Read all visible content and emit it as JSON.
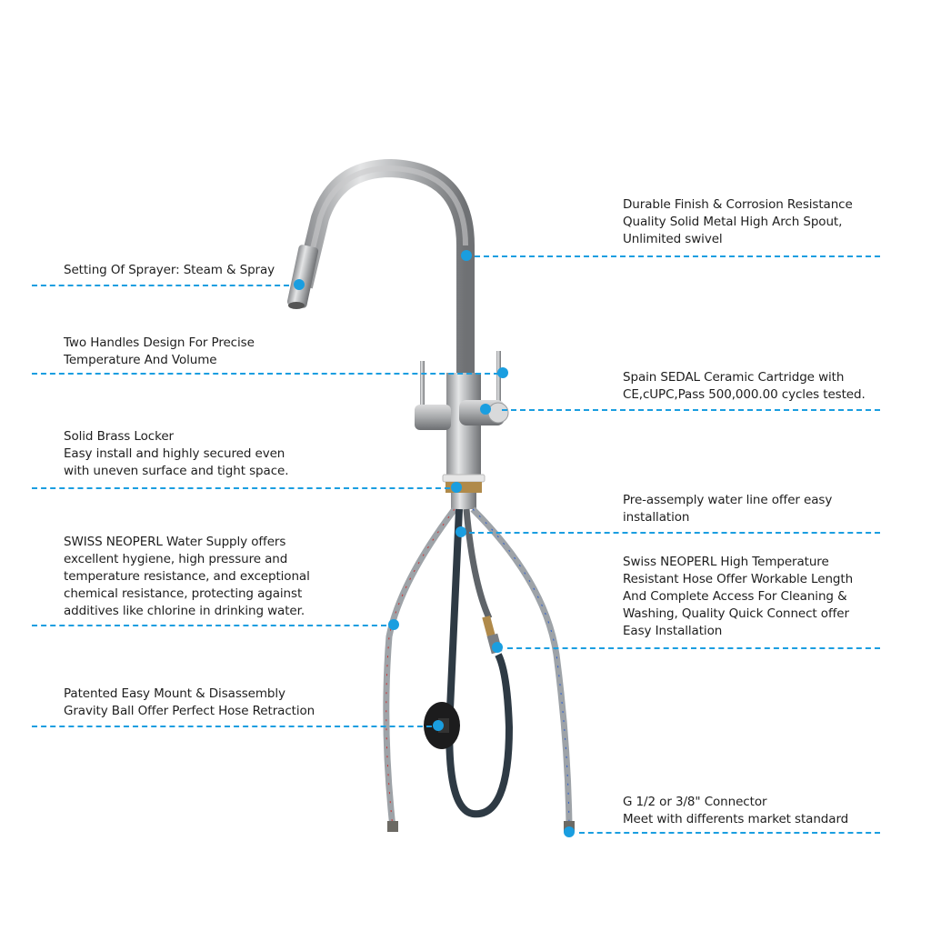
{
  "accent_color": "#1a9ee0",
  "callouts_left": [
    {
      "id": "sprayer",
      "lines": [
        "Setting Of Sprayer: Steam & Spray"
      ]
    },
    {
      "id": "handles",
      "lines": [
        "Two Handles Design For Precise",
        "Temperature And Volume"
      ]
    },
    {
      "id": "locker",
      "lines": [
        "Solid Brass Locker",
        "Easy install and highly secured even",
        "with uneven surface and tight space."
      ]
    },
    {
      "id": "water-supply",
      "lines": [
        "SWISS NEOPERL Water Supply offers",
        "excellent hygiene, high pressure and",
        "temperature resistance, and exceptional",
        "chemical resistance, protecting against",
        "additives like chlorine in drinking water."
      ]
    },
    {
      "id": "gravity-ball",
      "lines": [
        "Patented Easy Mount & Disassembly",
        "Gravity Ball Offer Perfect Hose Retraction"
      ]
    }
  ],
  "callouts_right": [
    {
      "id": "spout",
      "lines": [
        "Durable Finish & Corrosion Resistance",
        "Quality Solid Metal High Arch Spout,",
        "Unlimited swivel"
      ]
    },
    {
      "id": "cartridge",
      "lines": [
        "Spain SEDAL Ceramic Cartridge with",
        "CE,cUPC,Pass 500,000.00 cycles tested."
      ]
    },
    {
      "id": "water-line",
      "lines": [
        "Pre-assemply water line offer easy",
        "installation"
      ]
    },
    {
      "id": "hose",
      "lines": [
        "Swiss NEOPERL High Temperature",
        "Resistant Hose Offer Workable Length",
        "And Complete Access For Cleaning &",
        "Washing, Quality Quick Connect offer",
        "Easy Installation"
      ]
    },
    {
      "id": "connector",
      "lines": [
        "G 1/2 or 3/8\" Connector",
        "Meet with differents market standard"
      ]
    }
  ]
}
